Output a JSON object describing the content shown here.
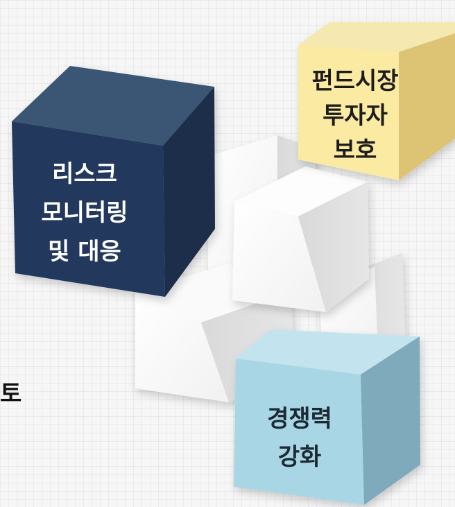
{
  "cubes": {
    "risk": {
      "lines": [
        "리스크",
        "모니터링",
        "및 대응"
      ],
      "colors": {
        "front": "#22395b",
        "side": "#1a2d49",
        "top": "#3b5474",
        "text": "#ffffff"
      }
    },
    "investor": {
      "lines": [
        "펀드시장",
        "투자자",
        "보호"
      ],
      "colors": {
        "front": "#faeaa2",
        "side": "#ddc475",
        "top": "#f5e8b0",
        "text": "#1a1a1a"
      }
    },
    "competitiveness": {
      "lines": [
        "경쟁력",
        "강화"
      ],
      "colors": {
        "front": "#a8d6e4",
        "side": "#7faabb",
        "top": "#c3e4ee",
        "text": "#1d2a34"
      }
    }
  },
  "edge_text": "토"
}
